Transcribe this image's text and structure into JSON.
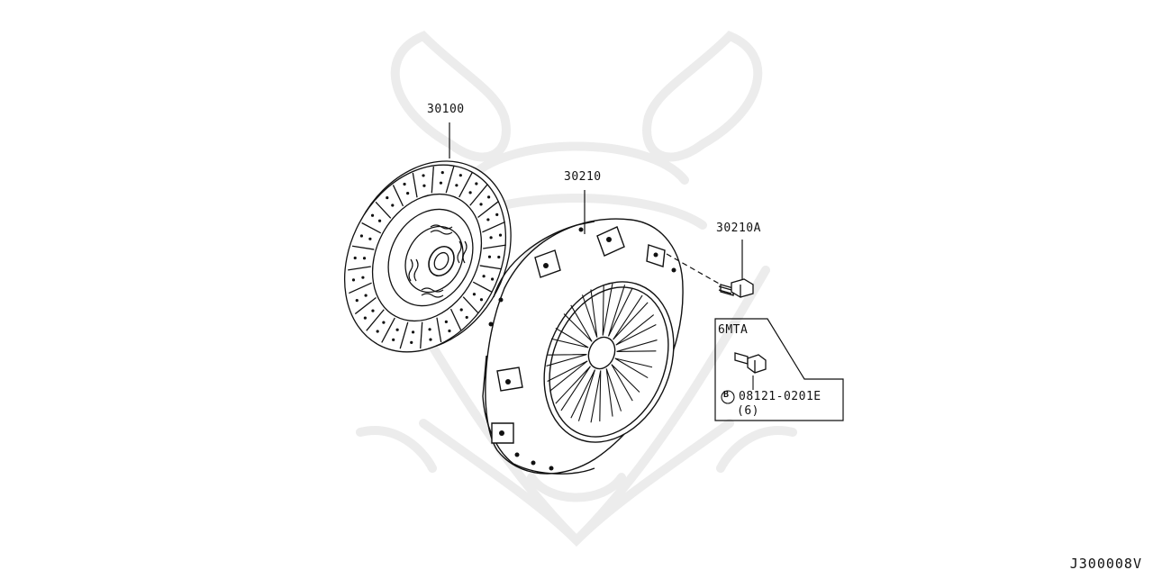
{
  "diagram": {
    "parts": [
      {
        "number": "30100"
      },
      {
        "number": "30210"
      },
      {
        "number": "30210A"
      }
    ],
    "variant_box": {
      "title": "6MTA",
      "callout_symbol": "B",
      "part_number": "08121-0201E",
      "quantity": "(6)"
    },
    "diagram_id": "J300008V"
  }
}
